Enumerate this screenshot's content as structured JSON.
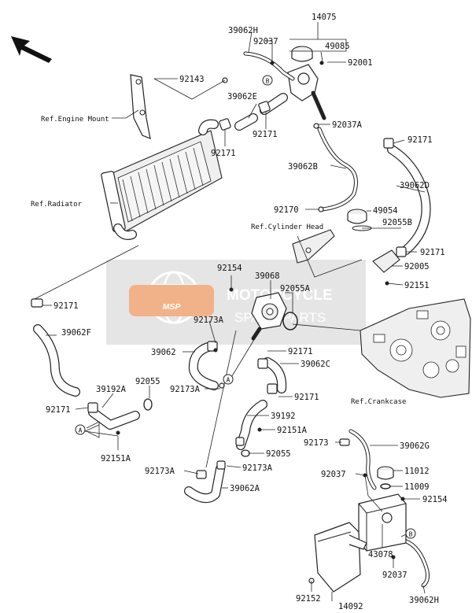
{
  "part_numbers": {
    "p14075": "14075",
    "p49085": "49085",
    "p92001": "92001",
    "p39062H_top": "39062H",
    "p92037_top": "92037",
    "p92143": "92143",
    "p39062E": "39062E",
    "p92171_a": "92171",
    "p92171_b": "92171",
    "p92037A": "92037A",
    "p92171_c": "92171",
    "p39062B": "39062B",
    "p39062D": "39062D",
    "p92170": "92170",
    "p49054": "49054",
    "p92055B": "92055B",
    "p92171_d": "92171",
    "p92005": "92005",
    "p92151": "92151",
    "p92154_top": "92154",
    "p39068": "39068",
    "p92055A": "92055A",
    "p92171_e": "92171",
    "p39062F": "39062F",
    "p92173A_a": "92173A",
    "p39062": "39062",
    "p92171_f": "92171",
    "p39062C": "39062C",
    "p92055": "92055",
    "p39192A": "39192A",
    "p92173A_b": "92173A",
    "p92171_g": "92171",
    "p92171_h": "92171",
    "p39192": "39192",
    "p92151A_a": "92151A",
    "p92151A_b": "92151A",
    "p92055_b": "92055",
    "p92173": "92173",
    "p39062G": "39062G",
    "p92173A_c": "92173A",
    "p92173A_d": "92173A",
    "p92037_mid": "92037",
    "p11012": "11012",
    "p11009": "11009",
    "p39062A": "39062A",
    "p92154_bot": "92154",
    "p43078": "43078",
    "p92152": "92152",
    "p14092": "14092",
    "p92037_bot": "92037",
    "p39062H_bot": "39062H"
  },
  "reference_labels": {
    "engine_mount": "Ref.Engine Mount",
    "radiator": "Ref.Radiator",
    "cylinder_head": "Ref.Cylinder Head",
    "crankcase": "Ref.Crankcase"
  },
  "connection_markers": {
    "A": "A",
    "B": "B"
  },
  "watermark": {
    "brand": "MSP",
    "line1": "MOTORCYCLE",
    "line2": "SPARE PARTS"
  },
  "colors": {
    "watermark_orange": "#e8742a",
    "watermark_gray": "#b9b9b9",
    "line": "#222222",
    "background": "#ffffff"
  }
}
